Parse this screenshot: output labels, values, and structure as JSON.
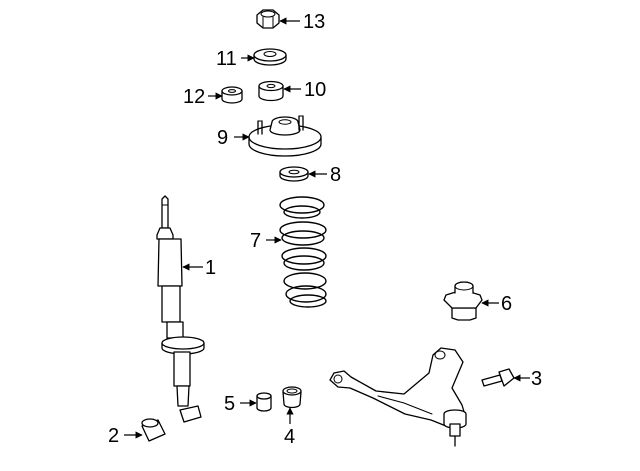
{
  "callouts": [
    {
      "id": "1",
      "number": "1",
      "part": "strut-shock-absorber"
    },
    {
      "id": "2",
      "number": "2",
      "part": "lower-bushing"
    },
    {
      "id": "3",
      "number": "3",
      "part": "bolt"
    },
    {
      "id": "4",
      "number": "4",
      "part": "bushing"
    },
    {
      "id": "5",
      "number": "5",
      "part": "bushing"
    },
    {
      "id": "6",
      "number": "6",
      "part": "bump-stop-bracket"
    },
    {
      "id": "7",
      "number": "7",
      "part": "coil-spring"
    },
    {
      "id": "8",
      "number": "8",
      "part": "spring-insulator"
    },
    {
      "id": "9",
      "number": "9",
      "part": "upper-mount"
    },
    {
      "id": "10",
      "number": "10",
      "part": "bushing"
    },
    {
      "id": "11",
      "number": "11",
      "part": "washer"
    },
    {
      "id": "12",
      "number": "12",
      "part": "bushing"
    },
    {
      "id": "13",
      "number": "13",
      "part": "nut"
    }
  ],
  "colors": {
    "line": "#000000",
    "fill": "#ffffff",
    "background": "#ffffff"
  }
}
